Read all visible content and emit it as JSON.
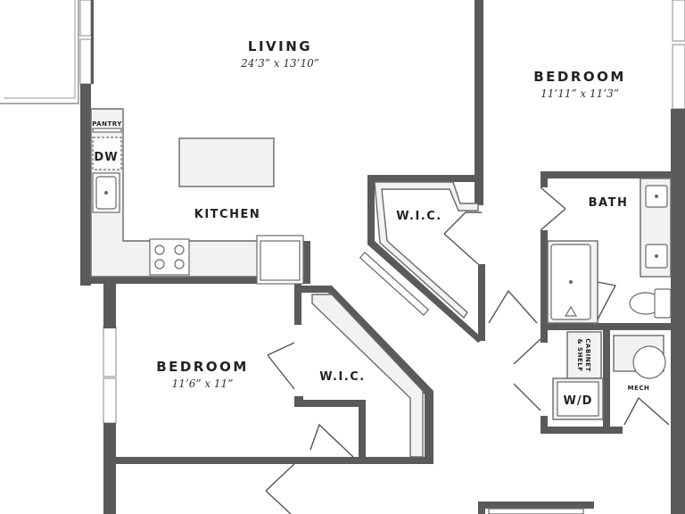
{
  "rooms": {
    "living": {
      "name": "LIVING",
      "dims": "24’3” x 13’10”"
    },
    "bedroom_right": {
      "name": "BEDROOM",
      "dims": "11’11” x 11’3”"
    },
    "bedroom_left": {
      "name": "BEDROOM",
      "dims": "11’6” x 11”"
    },
    "kitchen": {
      "name": "KITCHEN"
    },
    "bath": {
      "name": "BATH"
    },
    "wic_upper": {
      "name": "W.I.C."
    },
    "wic_lower": {
      "name": "W.I.C."
    },
    "pantry": {
      "name": "PANTRY"
    },
    "dishwasher": {
      "name": "DW"
    },
    "cabinet_line1": "CABINET",
    "cabinet_line2": "& SHELF",
    "washer_dryer": {
      "name": "W/D"
    },
    "mech": {
      "name": "MECH"
    }
  },
  "colors": {
    "wall": "#5a5a5a",
    "fixture": "#f2f2f2",
    "background": "#ffffff"
  }
}
